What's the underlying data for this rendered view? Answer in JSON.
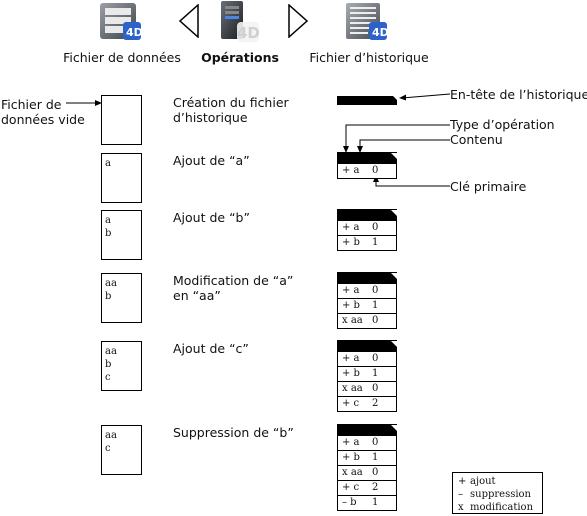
{
  "toolbar": {
    "data_file_label": "Fichier de données",
    "operations_label": "Opérations",
    "log_file_label": "Fichier d’historique",
    "icons": [
      "database-4d-icon",
      "left-arrow-icon",
      "server-4d-icon",
      "right-arrow-icon",
      "log-file-4d-icon"
    ]
  },
  "annotations": {
    "empty_data_file": "Fichier de\ndonnées vide",
    "log_header": "En-tête de l’historique",
    "operation_type": "Type d’opération",
    "contents": "Contenu",
    "primary_key": "Clé primaire"
  },
  "steps": [
    {
      "label": "Création du fichier\nd’historique",
      "doc": [],
      "log": []
    },
    {
      "label": "Ajout de “a”",
      "doc": [
        "a"
      ],
      "log": [
        [
          "+ a",
          "0"
        ]
      ]
    },
    {
      "label": "Ajout de “b”",
      "doc": [
        "a",
        "b"
      ],
      "log": [
        [
          "+ a",
          "0"
        ],
        [
          "+ b",
          "1"
        ]
      ]
    },
    {
      "label": "Modification de “a”\nen “aa”",
      "doc": [
        "aa",
        "b"
      ],
      "log": [
        [
          "+ a",
          "0"
        ],
        [
          "+ b",
          "1"
        ],
        [
          "x aa",
          "0"
        ]
      ]
    },
    {
      "label": "Ajout de “c”",
      "doc": [
        "aa",
        "b",
        "c"
      ],
      "log": [
        [
          "+ a",
          "0"
        ],
        [
          "+ b",
          "1"
        ],
        [
          "x aa",
          "0"
        ],
        [
          "+ c",
          "2"
        ]
      ]
    },
    {
      "label": "Suppression de “b”",
      "doc": [
        "aa",
        "c"
      ],
      "log": [
        [
          "+ a",
          "0"
        ],
        [
          "+ b",
          "1"
        ],
        [
          "x aa",
          "0"
        ],
        [
          "+ c",
          "2"
        ],
        [
          "– b",
          "1"
        ]
      ]
    }
  ],
  "legend": [
    [
      "+",
      "ajout"
    ],
    [
      "–",
      "suppression"
    ],
    [
      "x",
      "modification"
    ]
  ]
}
